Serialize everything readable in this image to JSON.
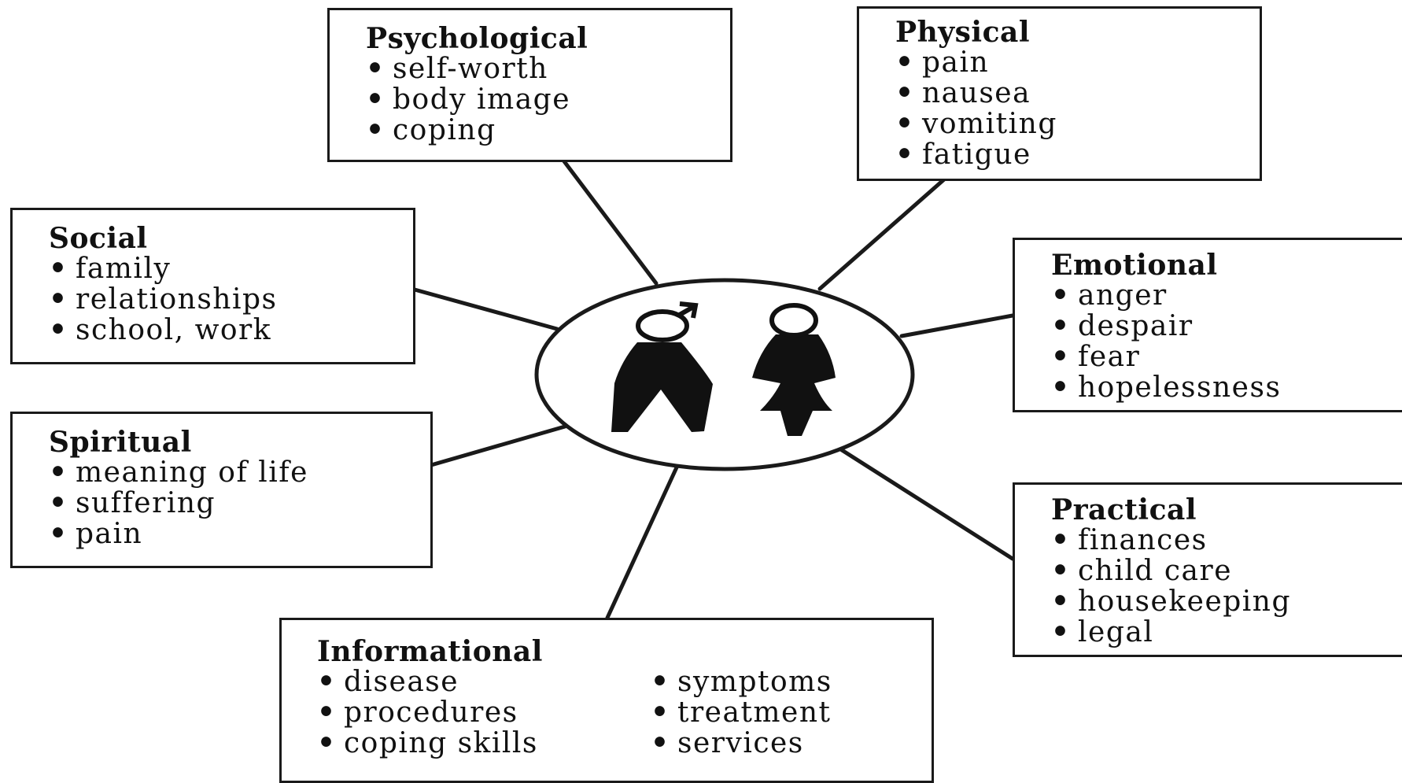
{
  "center": {
    "figures": [
      "male-figure",
      "female-figure"
    ],
    "icons": [
      "male-symbol-icon",
      "female-symbol-icon"
    ]
  },
  "boxes": {
    "psychological": {
      "title": "Psychological",
      "items": [
        "self-worth",
        "body image",
        "coping"
      ]
    },
    "physical": {
      "title": "Physical",
      "items": [
        "pain",
        "nausea",
        "vomiting",
        "fatigue"
      ]
    },
    "social": {
      "title": "Social",
      "items": [
        "family",
        "relationships",
        "school, work"
      ]
    },
    "emotional": {
      "title": "Emotional",
      "items": [
        "anger",
        "despair",
        "fear",
        "hopelessness"
      ]
    },
    "spiritual": {
      "title": "Spiritual",
      "items": [
        "meaning of life",
        "suffering",
        "pain"
      ]
    },
    "practical": {
      "title": "Practical",
      "items": [
        "finances",
        "child care",
        "housekeeping",
        "legal"
      ]
    },
    "informational": {
      "title": "Informational",
      "items_left": [
        "disease",
        "procedures",
        "coping skills"
      ],
      "items_right": [
        "symptoms",
        "treatment",
        "services"
      ]
    }
  },
  "colors": {
    "ink": "#1a1a1a",
    "background": "#ffffff"
  }
}
